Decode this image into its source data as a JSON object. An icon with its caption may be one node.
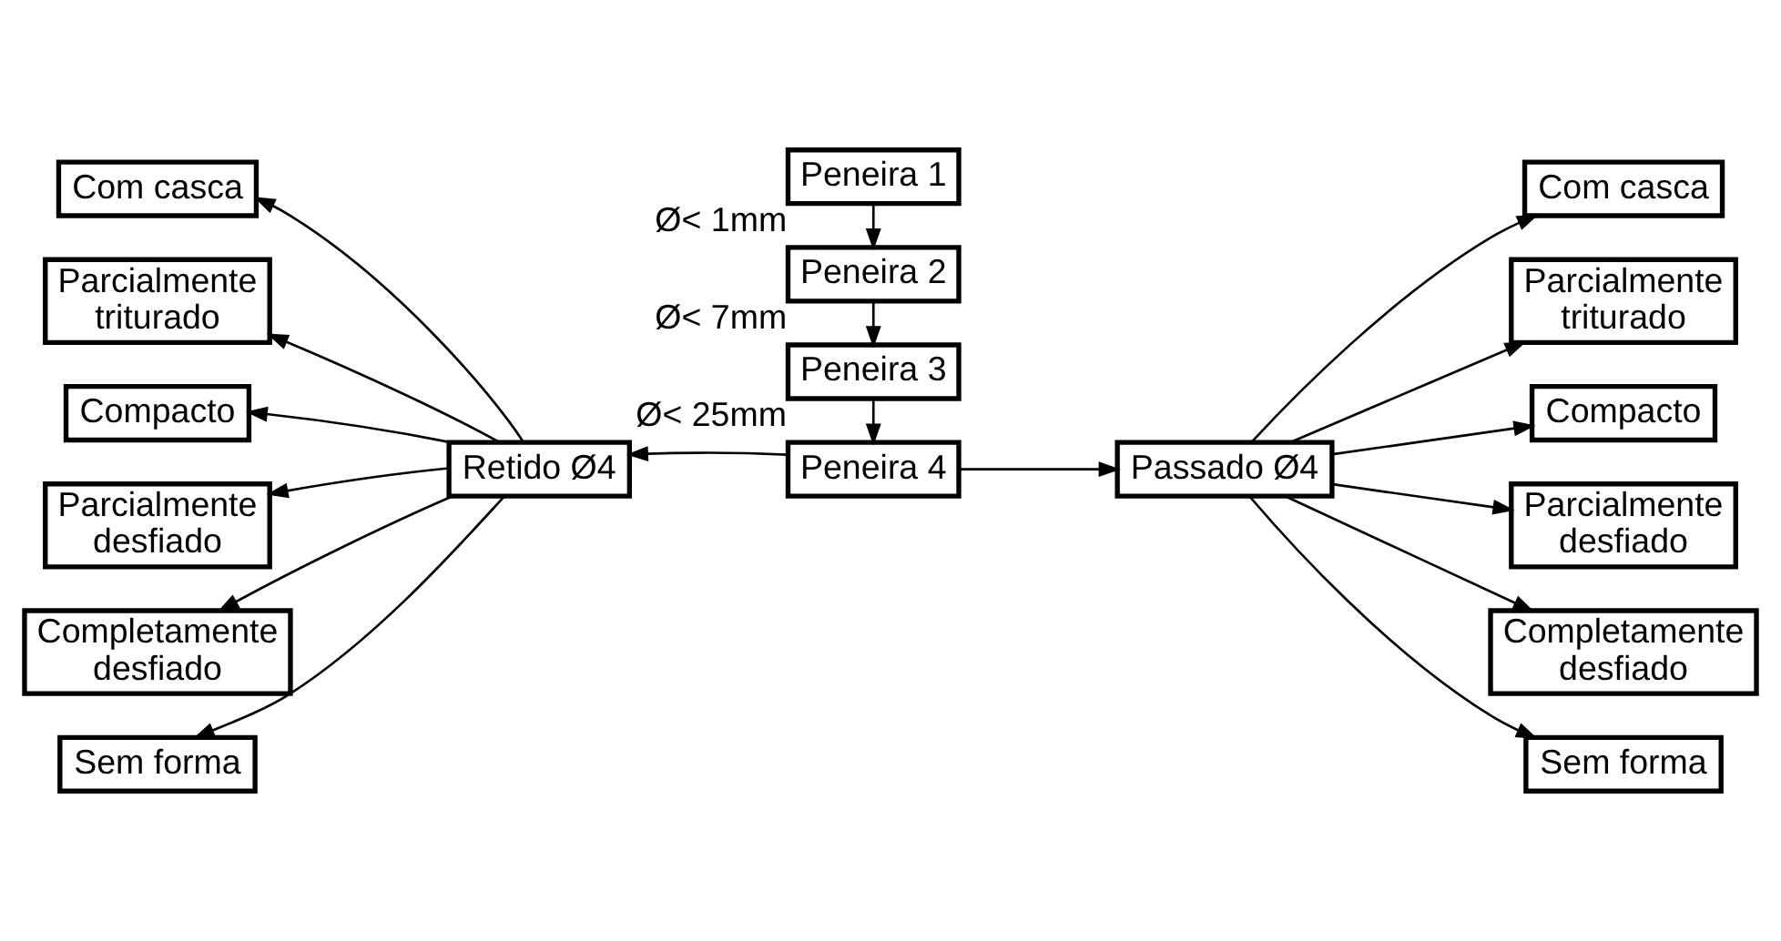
{
  "diagram": {
    "nodes": [
      {
        "text": [
          "Peneira 1"
        ],
        "beside": [
          "Ø< 1mm"
        ]
      },
      {
        "text": [
          "Peneira 2"
        ],
        "beside": [
          "Ø< 7mm"
        ]
      },
      {
        "text": [
          "Peneira 3"
        ],
        "beside": [
          "Ø< 25mm"
        ]
      },
      {
        "text": [
          "Peneira 4"
        ]
      },
      {
        "text": [
          "Retido Ø4"
        ]
      },
      {
        "text": [
          "Passado Ø4"
        ]
      },
      {
        "text": [
          "Com casca"
        ]
      },
      {
        "text": [
          "Parcialmente triturado"
        ]
      },
      {
        "text": [
          "Compacto"
        ]
      },
      {
        "text": [
          "Parcialmente desfiado"
        ]
      },
      {
        "text": [
          "Completamente desfiado"
        ]
      },
      {
        "text": [
          "Sem forma"
        ]
      },
      {
        "text": [
          "Com casca"
        ]
      },
      {
        "text": [
          "Parcialmente triturado"
        ]
      },
      {
        "text": [
          "Compacto"
        ]
      },
      {
        "text": [
          "Parcialmente desfiado"
        ]
      },
      {
        "text": [
          "Completamente desfiado"
        ]
      },
      {
        "text": [
          "Sem forma"
        ]
      }
    ],
    "edges": [
      {
        "from": 0,
        "to": 1,
        "arrow": "to"
      },
      {
        "from": 1,
        "to": 2,
        "arrow": "to"
      },
      {
        "from": 2,
        "to": 3,
        "arrow": "to"
      },
      {
        "from": 3,
        "to": 4,
        "arrow": "to"
      },
      {
        "from": 3,
        "to": 5,
        "arrow": "to"
      },
      {
        "from": 4,
        "to": 6,
        "arrow": "to"
      },
      {
        "from": 4,
        "to": 7,
        "arrow": "to"
      },
      {
        "from": 4,
        "to": 8,
        "arrow": "to"
      },
      {
        "from": 4,
        "to": 9,
        "arrow": "to"
      },
      {
        "from": 4,
        "to": 10,
        "arrow": "to"
      },
      {
        "from": 4,
        "to": 11,
        "arrow": "to"
      },
      {
        "from": 5,
        "to": 12,
        "arrow": "to"
      },
      {
        "from": 5,
        "to": 13,
        "arrow": "to"
      },
      {
        "from": 5,
        "to": 14,
        "arrow": "to"
      },
      {
        "from": 5,
        "to": 15,
        "arrow": "to"
      },
      {
        "from": 5,
        "to": 16,
        "arrow": "to"
      },
      {
        "from": 5,
        "to": 17,
        "arrow": "to"
      }
    ]
  }
}
